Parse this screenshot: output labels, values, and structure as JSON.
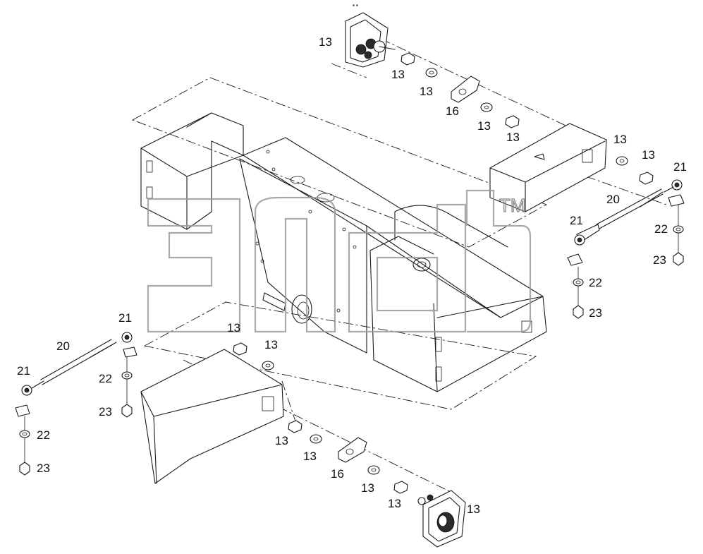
{
  "watermark": {
    "mark": "TM"
  },
  "callouts": [
    {
      "text": "13"
    },
    {
      "text": "13"
    },
    {
      "text": "13"
    },
    {
      "text": "16"
    },
    {
      "text": "13"
    },
    {
      "text": "13"
    },
    {
      "text": "13"
    },
    {
      "text": "13"
    },
    {
      "text": "21"
    },
    {
      "text": "20"
    },
    {
      "text": "21"
    },
    {
      "text": "22"
    },
    {
      "text": "23"
    },
    {
      "text": "22"
    },
    {
      "text": "23"
    },
    {
      "text": "21"
    },
    {
      "text": "20"
    },
    {
      "text": "21"
    },
    {
      "text": "22"
    },
    {
      "text": "23"
    },
    {
      "text": "22"
    },
    {
      "text": "23"
    },
    {
      "text": "13"
    },
    {
      "text": "13"
    },
    {
      "text": "13"
    },
    {
      "text": "13"
    },
    {
      "text": "16"
    },
    {
      "text": "13"
    },
    {
      "text": "13"
    },
    {
      "text": "13"
    }
  ]
}
